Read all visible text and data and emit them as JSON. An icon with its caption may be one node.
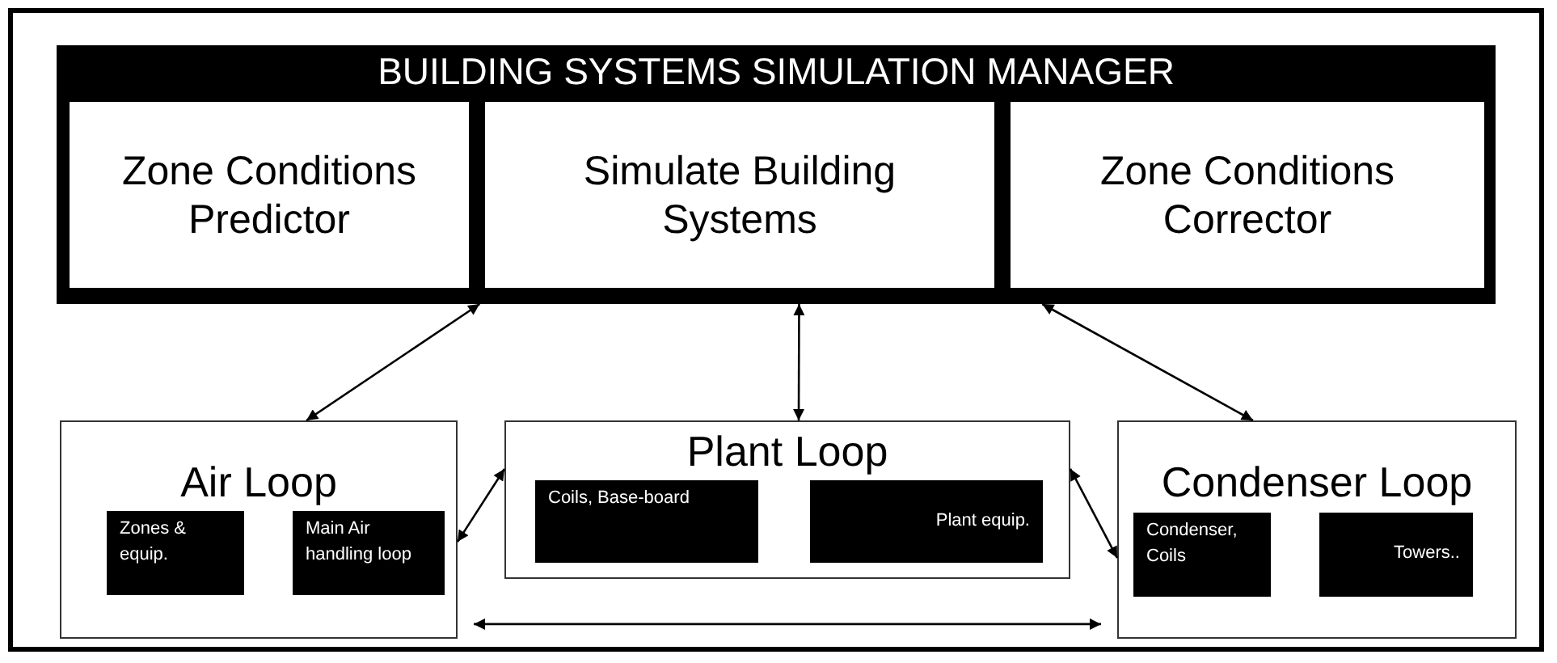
{
  "diagram": {
    "nodes": [
      {
        "text": [
          "BUILDING SYSTEMS SIMULATION MANAGER"
        ]
      },
      {
        "text": [
          "Zone Conditions Predictor"
        ],
        "in": 0
      },
      {
        "text": [
          "Simulate Building Systems"
        ],
        "in": 0
      },
      {
        "text": [
          "Zone Conditions Corrector"
        ],
        "in": 0
      },
      {
        "text": [
          "Air Loop"
        ]
      },
      {
        "text": [
          "Zones & equip."
        ],
        "in": 4
      },
      {
        "text": [
          "Main Air handling loop"
        ],
        "in": 4
      },
      {
        "text": [
          "Plant Loop"
        ]
      },
      {
        "text": [
          "Coils, Base-board"
        ],
        "in": 7
      },
      {
        "text": [
          "Plant equip."
        ],
        "in": 7
      },
      {
        "text": [
          "Condenser Loop"
        ]
      },
      {
        "text": [
          "Condenser, Coils"
        ],
        "in": 10
      },
      {
        "text": [
          "Towers.."
        ],
        "in": 10
      }
    ],
    "edges": [
      {
        "from": 0,
        "to": 4,
        "arrow": "both"
      },
      {
        "from": 0,
        "to": 7,
        "arrow": "both"
      },
      {
        "from": 0,
        "to": 10,
        "arrow": "both"
      },
      {
        "from": 4,
        "to": 7,
        "arrow": "both"
      },
      {
        "from": 7,
        "to": 10,
        "arrow": "both"
      },
      {
        "from": 4,
        "to": 10,
        "arrow": "both"
      }
    ]
  }
}
